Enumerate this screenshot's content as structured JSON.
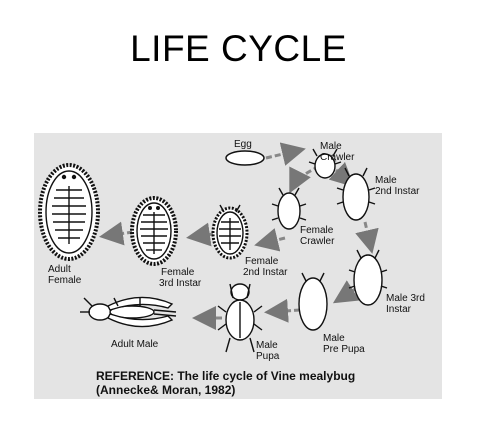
{
  "title": "LIFE CYCLE",
  "stages": {
    "egg": "Egg",
    "male_crawler_1": "Male",
    "male_crawler_2": "Crawler",
    "male_2nd_1": "Male",
    "male_2nd_2": "2nd Instar",
    "female_crawler_1": "Female",
    "female_crawler_2": "Crawler",
    "adult_female_1": "Adult",
    "adult_female_2": "Female",
    "female_3rd_1": "Female",
    "female_3rd_2": "3rd Instar",
    "female_2nd_1": "Female",
    "female_2nd_2": "2nd Instar",
    "male_3rd_1": "Male 3rd",
    "male_3rd_2": "Instar",
    "adult_male": "Adult Male",
    "male_pupa_1": "Male",
    "male_pupa_2": "Pupa",
    "male_prepupa_1": "Male",
    "male_prepupa_2": "Pre Pupa"
  },
  "reference": {
    "line1": "REFERENCE:  The life cycle of Vine mealybug",
    "line2": "(Annecke& Moran, 1982)"
  }
}
